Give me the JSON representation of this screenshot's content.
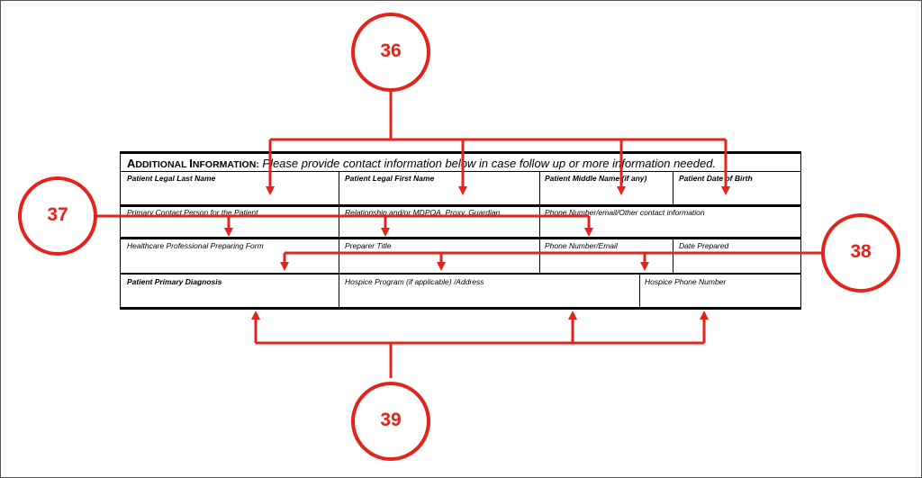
{
  "form": {
    "title_caps": "A",
    "title_small_1": "DDITIONAL ",
    "title_caps_2": "I",
    "title_small_2": "NFORMATION:",
    "title_rest": " Please provide contact information below in case follow up or more information needed.",
    "row1": {
      "c1": "Patient Legal Last Name",
      "c2": "Patient Legal First Name",
      "c3": "Patient Middle Name (if any)",
      "c4": "Patient Date of Birth"
    },
    "row2": {
      "c1": "Primary Contact Person for the Patient",
      "c2": "Relationship and/or MDPOA, Proxy, Guardian",
      "c3": "Phone Number/email/Other contact information"
    },
    "row3": {
      "c1": "Healthcare Professional Preparing Form",
      "c2": "Preparer Title",
      "c3": "Phone Number/Email",
      "c4": "Date Prepared"
    },
    "row4": {
      "c1": "Patient Primary Diagnosis",
      "c2": "Hospice Program (if applicable) /Address",
      "c3": "Hospice Phone Number"
    }
  },
  "callouts": {
    "c36": "36",
    "c37": "37",
    "c38": "38",
    "c39": "39"
  },
  "colors": {
    "accent": "#e4231b",
    "ink": "#000000"
  }
}
